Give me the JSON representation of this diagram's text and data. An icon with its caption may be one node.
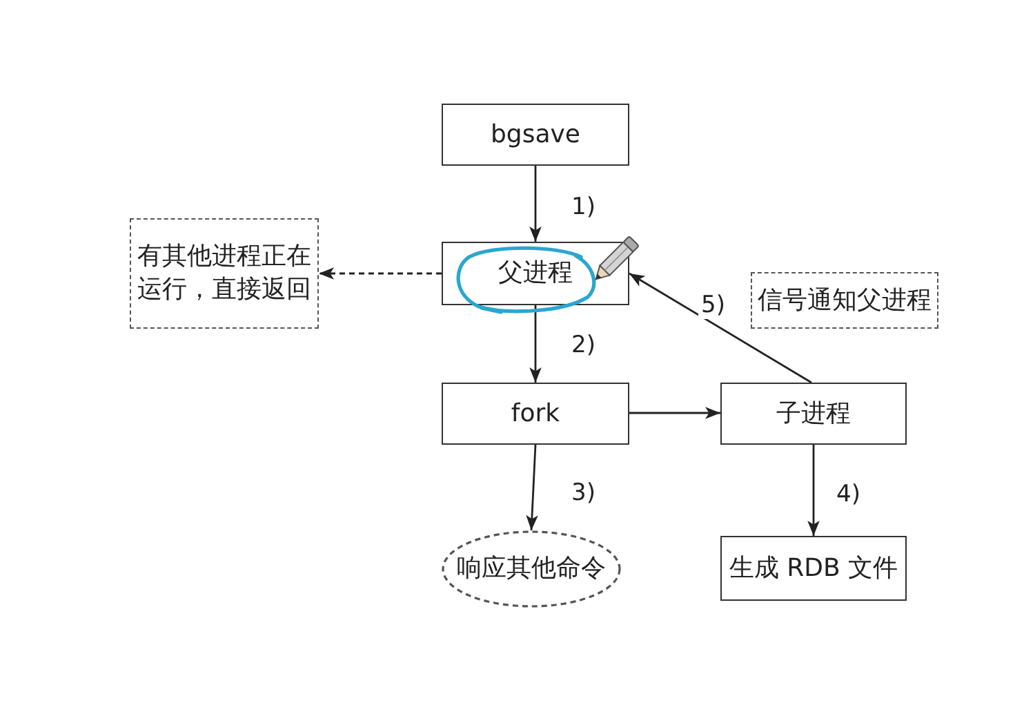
{
  "diagram": {
    "nodes": [
      {
        "text": [
          "bgsave"
        ]
      },
      {
        "text": [
          "有其他进程正在运行，直接返回"
        ]
      },
      {
        "text": [
          "父进程"
        ]
      },
      {
        "text": [
          "信号通知父进程"
        ]
      },
      {
        "text": [
          "fork"
        ]
      },
      {
        "text": [
          "子进程"
        ]
      },
      {
        "text": [
          "响应其他命令"
        ]
      },
      {
        "text": [
          "生成 RDB 文件"
        ]
      }
    ],
    "edges": [
      {
        "from": 0,
        "to": 2,
        "arrow": "to",
        "label": "1)"
      },
      {
        "from": 2,
        "to": 1,
        "arrow": "to",
        "style": "dashed"
      },
      {
        "from": 2,
        "to": 4,
        "arrow": "to",
        "label": "2)"
      },
      {
        "from": 4,
        "to": 5,
        "arrow": "to"
      },
      {
        "from": 5,
        "to": 2,
        "arrow": "to",
        "label": "5)"
      },
      {
        "from": 4,
        "to": 6,
        "arrow": "to",
        "label": "3)"
      },
      {
        "from": 5,
        "to": 7,
        "arrow": "to",
        "label": "4)"
      }
    ]
  }
}
